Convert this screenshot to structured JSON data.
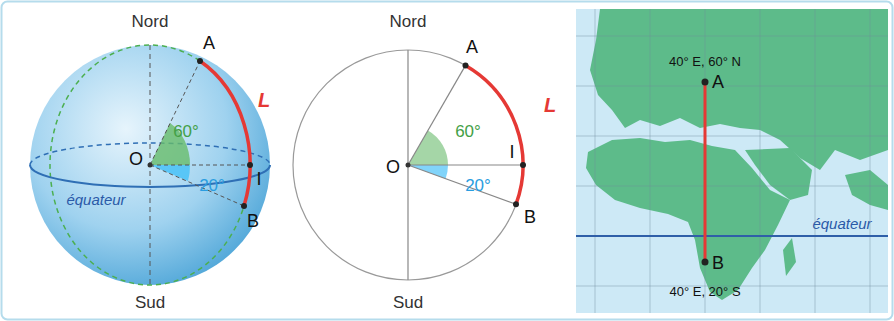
{
  "diagram": {
    "labels": [
      "Nord",
      "A",
      "L",
      "60°",
      "O",
      "20°",
      "I",
      "équateur",
      "B",
      "Sud",
      "Nord",
      "A",
      "L",
      "60°",
      "O",
      "I",
      "20°",
      "B",
      "Sud",
      "40° E, 60° N",
      "A",
      "équateur",
      "B",
      "40° E, 20° S"
    ]
  }
}
